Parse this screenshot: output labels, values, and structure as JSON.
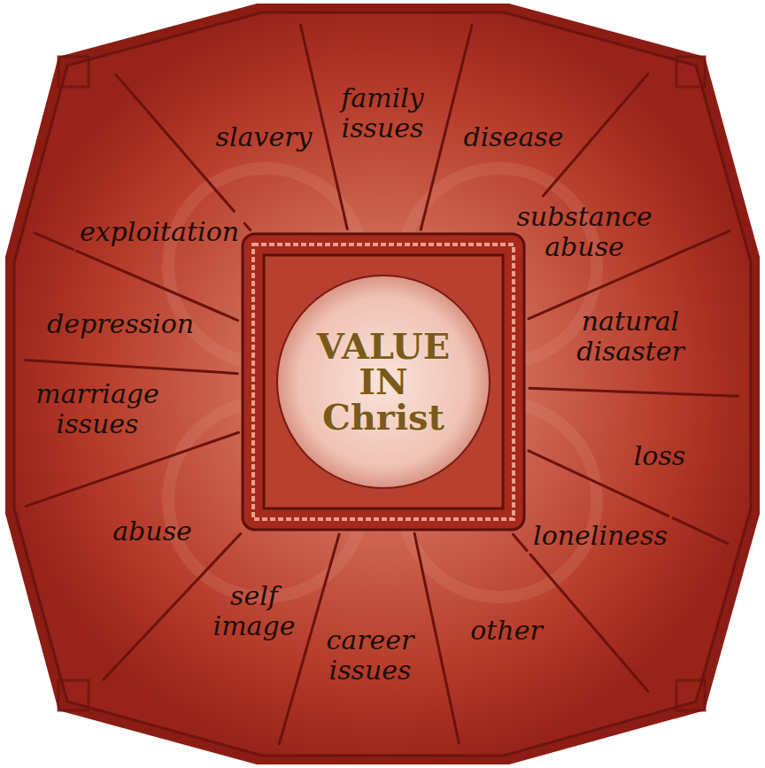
{
  "diagram": {
    "nodes": [
      {
        "text": [
          "VALUE IN Christ"
        ]
      }
    ],
    "labels": [
      "slavery",
      "family issues",
      "disease",
      "substance abuse",
      "natural disaster",
      "loss",
      "loneliness",
      "other",
      "career issues",
      "self image",
      "abuse",
      "marriage issues",
      "depression",
      "exploitation"
    ]
  }
}
